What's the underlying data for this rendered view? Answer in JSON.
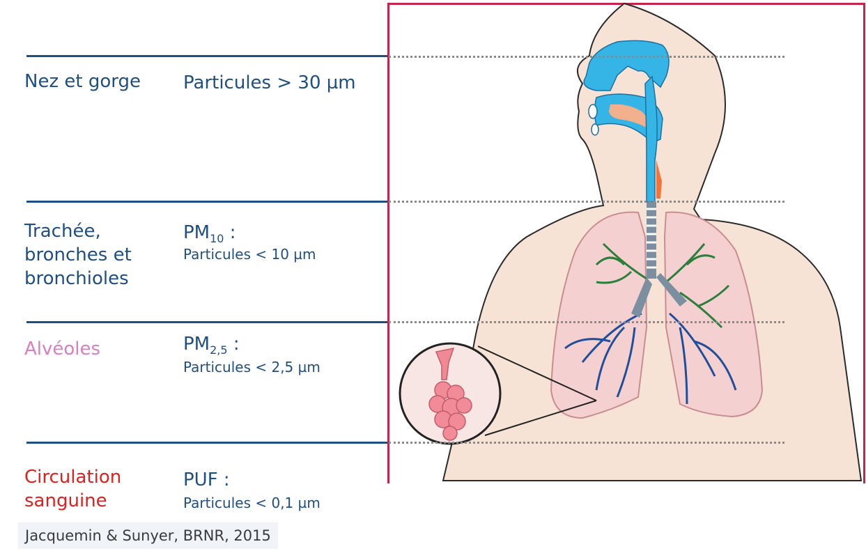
{
  "rows": [
    {
      "region": "Nez et gorge",
      "particle_main": "Particules > 30 µm"
    },
    {
      "region_lines": [
        "Trachée,",
        "bronches et",
        "bronchioles"
      ],
      "pm_prefix": "PM",
      "pm_sub": "10",
      "pm_suffix": " :",
      "particle_detail": "Particules < 10 µm"
    },
    {
      "region": "Alvéoles",
      "pm_prefix": "PM",
      "pm_sub": "2,5",
      "pm_suffix": " :",
      "particle_detail": "Particules < 2,5 µm"
    },
    {
      "region_lines": [
        "Circulation",
        "sanguine"
      ],
      "pm_label": "PUF :",
      "particle_detail": "Particules < 0,1 µm"
    }
  ],
  "citation": "Jacquemin & Sunyer, BRNR, 2015",
  "colors": {
    "label_blue": "#1d4f82",
    "alveoles_pink": "#d97fc0",
    "circulation_red": "#e0201f",
    "frame_red": "#c8234a",
    "airway_blue": "#35b5e5",
    "skin": "#f6e3d6",
    "bronchi_green": "#2a7f3a",
    "bronchi_navy": "#1f4f9a"
  }
}
